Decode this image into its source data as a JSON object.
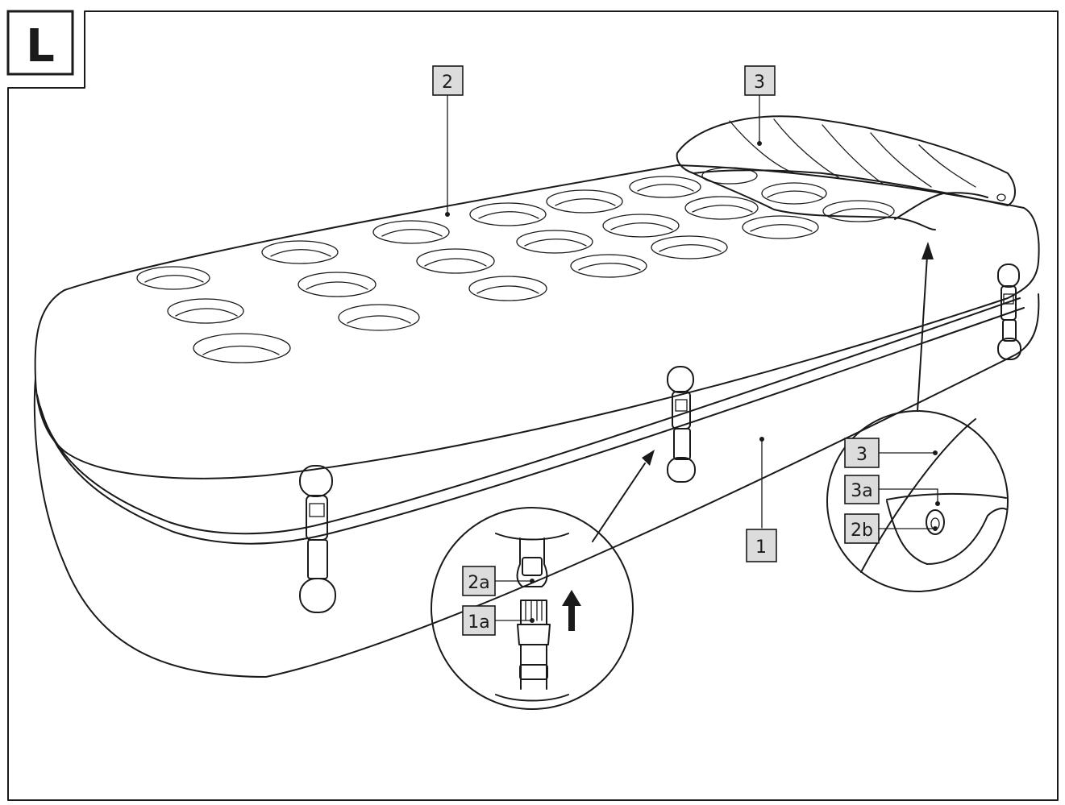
{
  "figure": {
    "panel_letter": "L"
  },
  "labels": {
    "mattress_top": "2",
    "pillow": "3",
    "mattress_base": "1",
    "buckle_top_part": "2a",
    "buckle_bottom_part": "1a",
    "pillow_detail": "3",
    "pillow_strap": "3a",
    "strap_stud": "2b"
  },
  "colors": {
    "line": "#1a1a1a",
    "label_fill": "#dcdcdc",
    "background": "#ffffff"
  },
  "icons": {
    "direction": "arrow-up-icon"
  }
}
